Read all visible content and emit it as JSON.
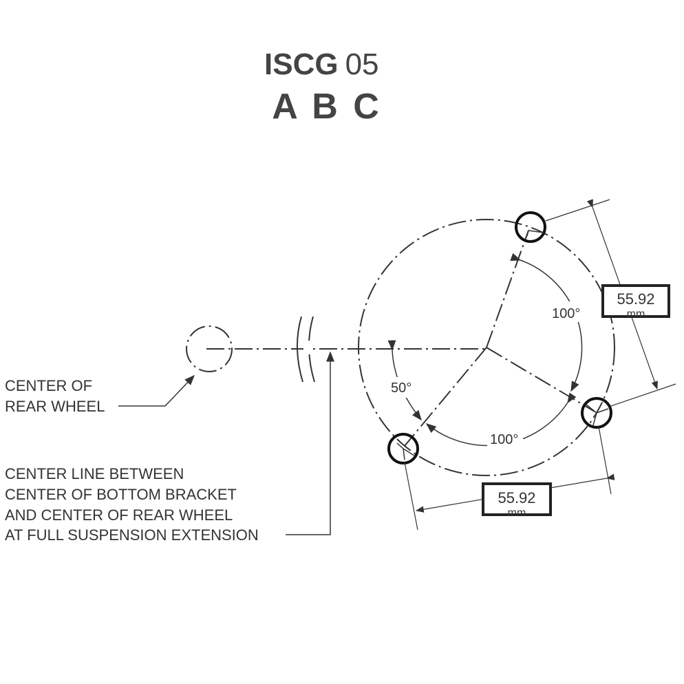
{
  "title": {
    "standard": "ISCG",
    "version": "05",
    "types": "A B C"
  },
  "labels": {
    "rear_wheel": [
      "CENTER OF",
      "REAR WHEEL"
    ],
    "center_line": [
      "CENTER LINE BETWEEN",
      "CENTER OF BOTTOM BRACKET",
      "AND CENTER OF REAR WHEEL",
      "AT FULL SUSPENSION EXTENSION"
    ]
  },
  "angles": {
    "offset": "50°",
    "upper": "100°",
    "lower": "100°"
  },
  "dimensions": {
    "right": {
      "value": "55.92",
      "unit": "mm"
    },
    "bottom": {
      "value": "55.92",
      "unit": "mm"
    }
  }
}
